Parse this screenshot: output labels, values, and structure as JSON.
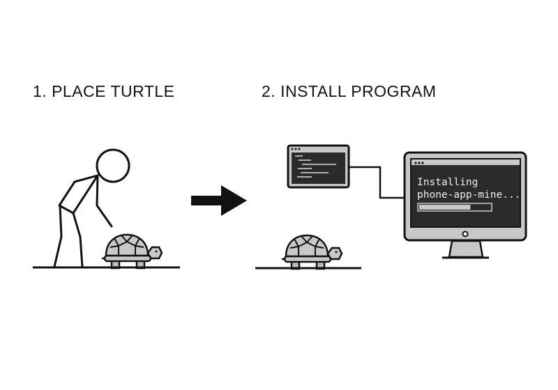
{
  "steps": [
    {
      "label": "1. PLACE TURTLE"
    },
    {
      "label": "2. INSTALL PROGRAM"
    }
  ],
  "monitor": {
    "line1": "Installing",
    "line2": "phone-app-mine...",
    "progress": 0.72
  },
  "colors": {
    "ink": "#111111",
    "gray": "#c8c8c8",
    "screen": "#2b2b2b"
  }
}
